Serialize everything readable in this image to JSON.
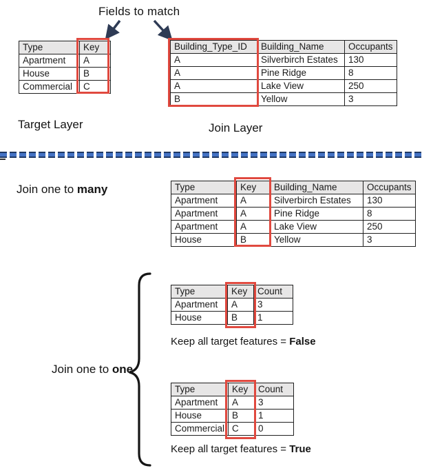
{
  "title": "Fields to match",
  "colors": {
    "highlight_red": "#e0493f",
    "arrow_navy": "#2e3b55",
    "divider_blue": "#4472c4",
    "divider_dark": "#1f3864",
    "table_header_bg": "#e7e6e6"
  },
  "target_table": {
    "label": "Target Layer",
    "headers": [
      "Type",
      "Key"
    ],
    "rows": [
      [
        "Apartment",
        "A"
      ],
      [
        "House",
        "B"
      ],
      [
        "Commercial",
        "C"
      ]
    ]
  },
  "join_table": {
    "label": "Join Layer",
    "headers": [
      "Building_Type_ID",
      "Building_Name",
      "Occupants"
    ],
    "rows": [
      [
        "A",
        "Silverbirch Estates",
        "130"
      ],
      [
        "A",
        "Pine Ridge",
        "8"
      ],
      [
        "A",
        "Lake View",
        "250"
      ],
      [
        "B",
        "Yellow",
        "3"
      ]
    ]
  },
  "one_to_many": {
    "label_prefix": "Join one to ",
    "label_bold": "many",
    "table": {
      "headers": [
        "Type",
        "Key",
        "Building_Name",
        "Occupants"
      ],
      "rows": [
        [
          "Apartment",
          "A",
          "Silverbirch Estates",
          "130"
        ],
        [
          "Apartment",
          "A",
          "Pine Ridge",
          "8"
        ],
        [
          "Apartment",
          "A",
          "Lake View",
          "250"
        ],
        [
          "House",
          "B",
          "Yellow",
          "3"
        ]
      ]
    }
  },
  "one_to_one": {
    "label_prefix": "Join one to ",
    "label_bold": "one",
    "false_table": {
      "headers": [
        "Type",
        "Key",
        "Count"
      ],
      "rows": [
        [
          "Apartment",
          "A",
          "3"
        ],
        [
          "House",
          "B",
          "1"
        ]
      ],
      "caption_prefix": "Keep all target features = ",
      "caption_bold": "False"
    },
    "true_table": {
      "headers": [
        "Type",
        "Key",
        "Count"
      ],
      "rows": [
        [
          "Apartment",
          "A",
          "3"
        ],
        [
          "House",
          "B",
          "1"
        ],
        [
          "Commercial",
          "C",
          "0"
        ]
      ],
      "caption_prefix": "Keep all target features = ",
      "caption_bold": "True"
    }
  }
}
